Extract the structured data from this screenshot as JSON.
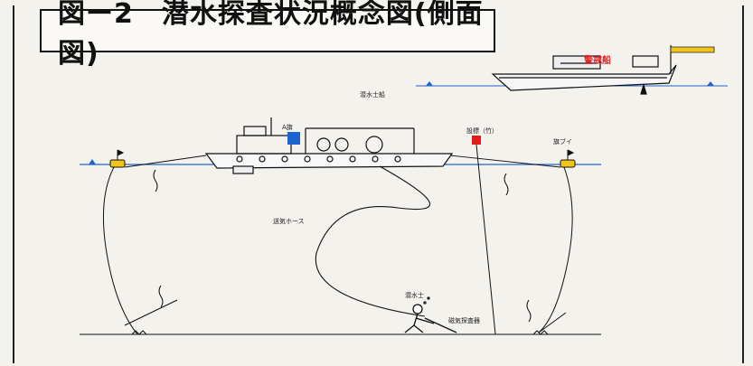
{
  "title": "図ー2　潜水探査状況概念図(側面図)",
  "labels": {
    "guard_boat": "警戒船",
    "diver_boat": "潜水士船",
    "ship_a": "A旗",
    "marker_pole": "設標（竹）",
    "buoy": "旗ブイ",
    "air_hose": "送気ホース",
    "diver": "潜水士",
    "detector": "磁気探査器"
  },
  "colors": {
    "water": "#1e64d0",
    "flag": "#e31b1b",
    "buoy": "#f0c419",
    "ink": "#111111"
  }
}
